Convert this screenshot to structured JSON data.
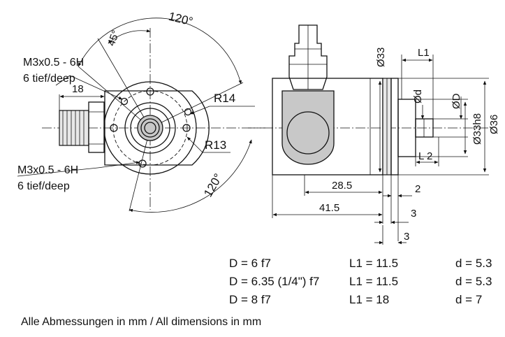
{
  "front_view": {
    "angle_top": "120°",
    "angle_inner": "45°",
    "angle_bottom": "120°",
    "thread_top_line1": "M3x0.5 - 6H",
    "thread_top_line2": "6 tief/deep",
    "thread_bottom_line1": "M3x0.5 - 6H",
    "thread_bottom_line2": "6 tief/deep",
    "dim_18": "18",
    "radius_outer": "R14",
    "radius_inner": "R13"
  },
  "side_view": {
    "dia_33": "Ø33",
    "dim_L1": "L1",
    "dia_d": "Ød",
    "dia_D": "ØD",
    "dia_33h8": "Ø33h8",
    "dia_36": "Ø36",
    "dim_L2": "L 2",
    "dim_28_5": "28.5",
    "dim_2": "2",
    "dim_41_5": "41.5",
    "dim_3a": "3",
    "dim_3b": "3"
  },
  "spec_table": [
    {
      "D": "D = 6 f7",
      "L1": "L1 = 11.5",
      "d": "d = 5.3"
    },
    {
      "D": "D = 6.35 (1/4\") f7",
      "L1": "L1 = 11.5",
      "d": "d = 5.3"
    },
    {
      "D": "D = 8 f7",
      "L1": "L1 = 18",
      "d": "d = 7"
    }
  ],
  "footer": "Alle Abmessungen in mm / All dimensions in mm"
}
